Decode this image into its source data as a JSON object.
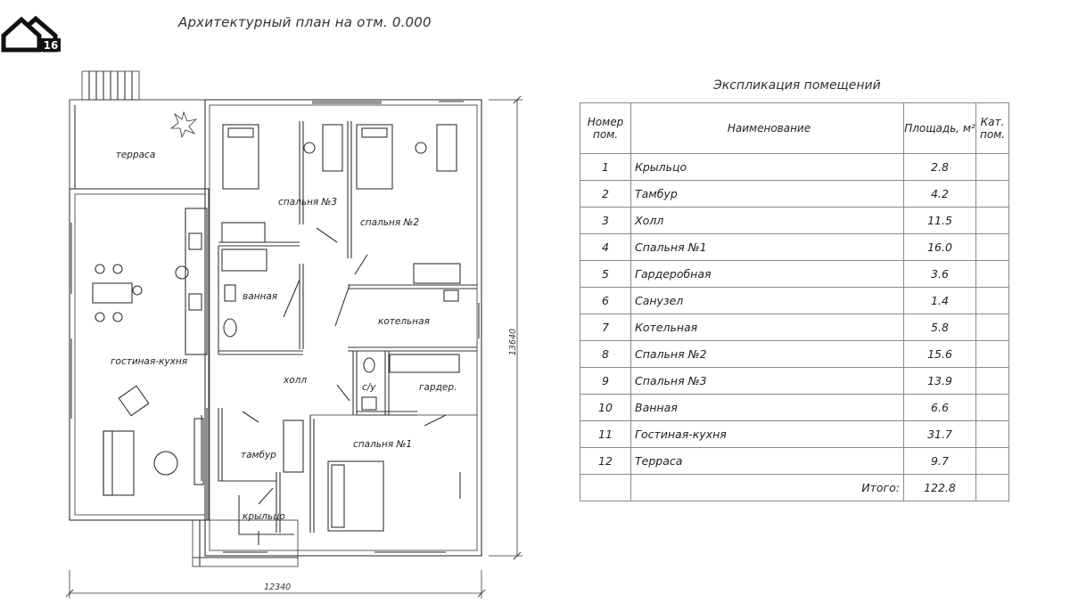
{
  "logo": {
    "number": "16"
  },
  "plan": {
    "title": "Архитектурный план на отм. 0.000",
    "rooms": {
      "terrace": "терраса",
      "bedroom3": "спальня №3",
      "bedroom2": "спальня №2",
      "bathroom": "ванная",
      "boiler": "котельная",
      "living_kitchen": "гостиная-кухня",
      "hall": "холл",
      "wc": "с/у",
      "wardrobe": "гардер.",
      "bedroom1": "спальня №1",
      "vestibule": "тамбур",
      "porch": "крыльцо"
    },
    "dimensions": {
      "width": "12340",
      "height": "13640"
    }
  },
  "table": {
    "title": "Экспликация помещений",
    "headers": {
      "num": "Номер пом.",
      "name": "Наименование",
      "area": "Площадь, м²",
      "cat": "Кат. пом."
    },
    "rows": [
      {
        "num": "1",
        "name": "Крыльцо",
        "area": "2.8",
        "cat": ""
      },
      {
        "num": "2",
        "name": "Тамбур",
        "area": "4.2",
        "cat": ""
      },
      {
        "num": "3",
        "name": "Холл",
        "area": "11.5",
        "cat": ""
      },
      {
        "num": "4",
        "name": "Спальня №1",
        "area": "16.0",
        "cat": ""
      },
      {
        "num": "5",
        "name": "Гардеробная",
        "area": "3.6",
        "cat": ""
      },
      {
        "num": "6",
        "name": "Санузел",
        "area": "1.4",
        "cat": ""
      },
      {
        "num": "7",
        "name": "Котельная",
        "area": "5.8",
        "cat": ""
      },
      {
        "num": "8",
        "name": "Спальня №2",
        "area": "15.6",
        "cat": ""
      },
      {
        "num": "9",
        "name": "Спальня №3",
        "area": "13.9",
        "cat": ""
      },
      {
        "num": "10",
        "name": "Ванная",
        "area": "6.6",
        "cat": ""
      },
      {
        "num": "11",
        "name": "Гостиная-кухня",
        "area": "31.7",
        "cat": ""
      },
      {
        "num": "12",
        "name": "Терраса",
        "area": "9.7",
        "cat": ""
      }
    ],
    "total": {
      "label": "Итого:",
      "value": "122.8"
    }
  }
}
